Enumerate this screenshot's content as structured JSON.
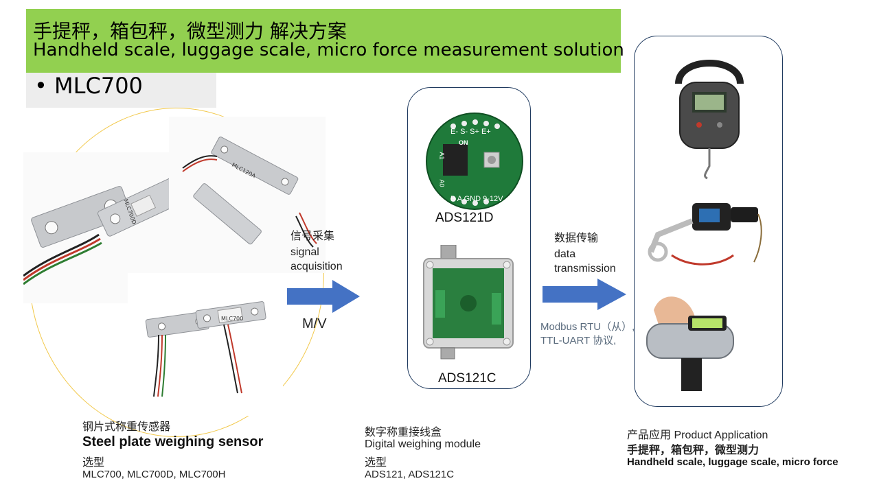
{
  "title": {
    "zh": "手提秤，箱包秤，微型测力 解决方案",
    "en": "Handheld scale, luggage scale, micro force measurement solution"
  },
  "model": "• MLC700",
  "sensor_photo": {
    "tags": [
      "MLC700D",
      "MLC120A",
      "MLC700"
    ]
  },
  "flow1": {
    "zh": "信号采集",
    "en_line1": "signal",
    "en_line2": "acquisition",
    "unit": "M/V"
  },
  "flow2": {
    "zh": "数据传输",
    "en_line1": "data",
    "en_line2": "transmission",
    "protocol_line1": "Modbus RTU（从）,",
    "protocol_line2": "TTL-UART 协议,"
  },
  "board": {
    "top_label": "ADS121D",
    "bottom_label": "ADS121C",
    "pins_top": [
      "E-",
      "S-",
      "S+",
      "E+"
    ],
    "pins_bottom": [
      "B",
      "A",
      "GND",
      "9-12V"
    ],
    "switch_label": "ON",
    "side_top": "A1",
    "side_bottom": "A0"
  },
  "caption_sensor": {
    "zh": "钢片式称重传感器",
    "en": "Steel plate weighing sensor",
    "select": "选型",
    "models": "MLC700, MLC700D, MLC700H"
  },
  "caption_module": {
    "zh": "数字称重接线盒",
    "en": "Digital weighing module",
    "select": "选型",
    "models": "ADS121, ADS121C"
  },
  "caption_app": {
    "zh_en": "产品应用 Product Application",
    "zh": "手提秤，箱包秤，微型测力",
    "en": "Handheld scale, luggage scale, micro force"
  },
  "colors": {
    "banner": "#92d050",
    "arrow": "#4472c4",
    "panel_border": "#1f3a5f",
    "ring": "#f2c94c"
  }
}
